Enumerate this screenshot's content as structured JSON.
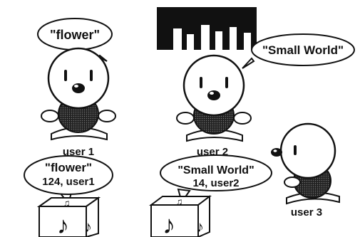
{
  "speech": {
    "user1": "\"flower\"",
    "user2": "\"Small World\""
  },
  "labels": {
    "user1": "user 1",
    "user2": "user 2",
    "user3": "user 3"
  },
  "boxes": {
    "box1": {
      "line1": "\"flower\"",
      "line2": "124, user1"
    },
    "box2": {
      "line1": "\"Small World\"",
      "line2": "14, user2"
    }
  },
  "icons": {
    "characters": [
      "round-head-character-icon"
    ],
    "boxes": [
      "music-note-cube-icon"
    ],
    "display": "bar-display-icon"
  },
  "colors": {
    "ink": "#111111",
    "body": "#2a2a2a",
    "paper": "#ffffff"
  }
}
